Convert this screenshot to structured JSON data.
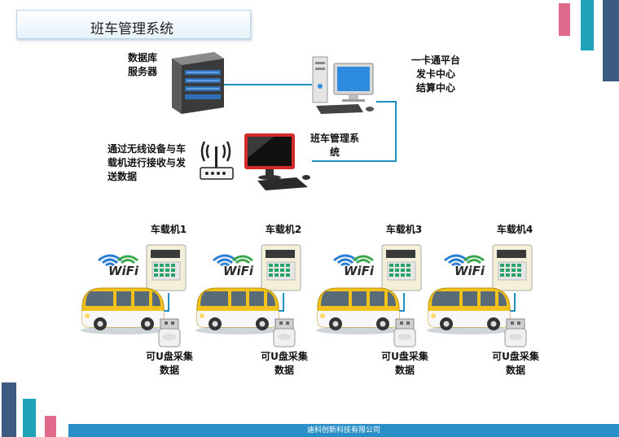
{
  "title": "班车管理系统",
  "server_label": "数据库\n服务器",
  "platform_label": "一卡通平台\n发卡中心\n结算中心",
  "bus_system_label": "班车管理系\n统",
  "wireless_label": "通过无线设备与车\n载机进行接收与发\n送数据",
  "units": [
    {
      "name": "车载机1",
      "wifi": "WiFi",
      "usb_label": "可U盘采集\n数据"
    },
    {
      "name": "车载机2",
      "wifi": "WiFi",
      "usb_label": "可U盘采集\n数据"
    },
    {
      "name": "车载机3",
      "wifi": "WiFi",
      "usb_label": "可U盘采集\n数据"
    },
    {
      "name": "车载机4",
      "wifi": "WiFi",
      "usb_label": "可U盘采集\n数据"
    }
  ],
  "footer": "迪科创新科技有限公司",
  "colors": {
    "teal": "#1fa3b8",
    "pink": "#e06a8c",
    "slate": "#3d5a80",
    "blue": "#2a8fc6",
    "line": "#1f8fbf"
  }
}
